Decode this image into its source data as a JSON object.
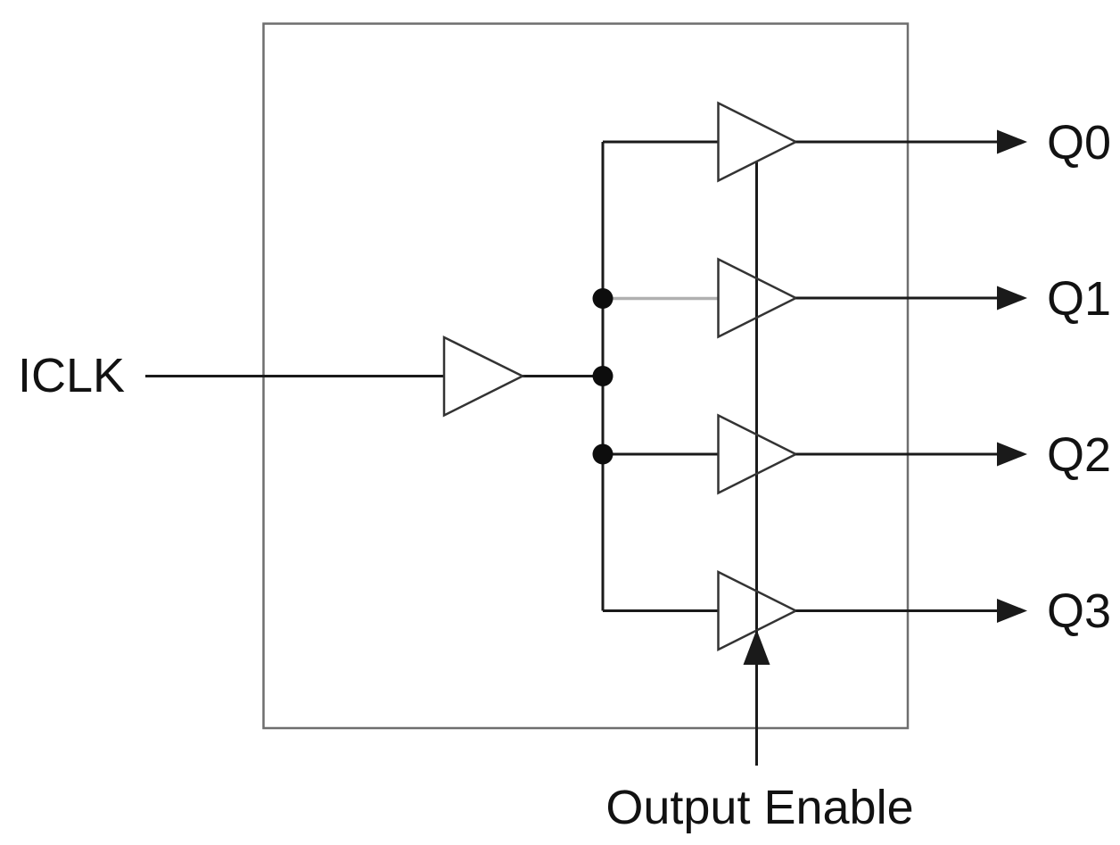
{
  "diagram": {
    "type": "clock-buffer-fanout-circuit",
    "description": "One input buffer driving a bus that fans out to four tri-state output buffers inside a chip boundary box; output enable signal enters from the bottom.",
    "input": {
      "label": "ICLK"
    },
    "enable": {
      "label": "Output Enable"
    },
    "outputs": [
      {
        "label": "Q0"
      },
      {
        "label": "Q1"
      },
      {
        "label": "Q2"
      },
      {
        "label": "Q3"
      }
    ],
    "buffer_count": 5,
    "junction_dot_count": 3,
    "colors": {
      "background": "#ffffff",
      "wire": "#1a1a1a",
      "gray_wire": "#b0b0b0",
      "box_outline": "#6e6e6e",
      "triangle_stroke": "#333333",
      "arrow_fill": "#1a1a1a",
      "text": "#121212"
    }
  }
}
